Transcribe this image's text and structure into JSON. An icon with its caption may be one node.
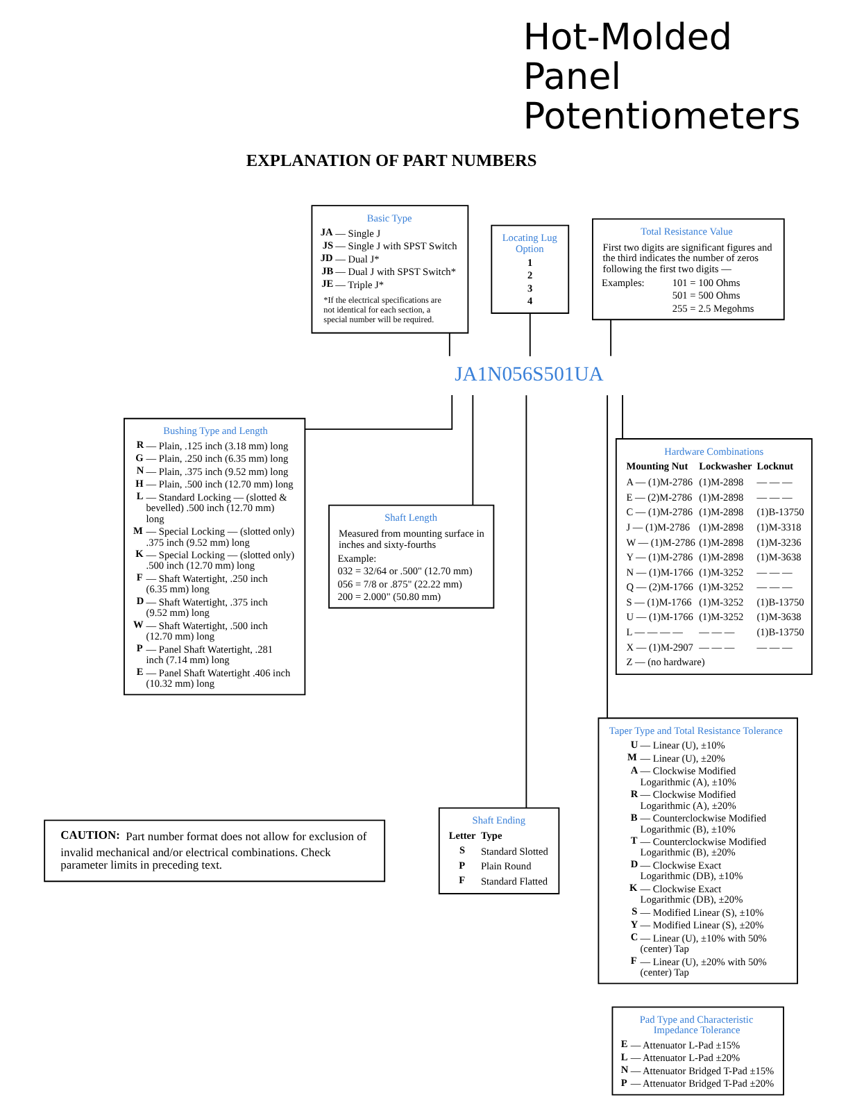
{
  "diagram": {
    "title": "Hot-Molded Panel Potentiometers",
    "nodes": [
      {
        "text": [
          "Basic Type",
          "JA — Single J",
          "JS — Single J with SPST Switch",
          "JD — Dual J*",
          "JB — Dual J with SPST Switch*",
          "JE — Triple J*",
          "*If the electrical specifications are not identical for each section, a special number will be required."
        ]
      },
      {
        "text": [
          "Locating Lug Option",
          "1",
          "2",
          "3",
          "4"
        ]
      },
      {
        "text": [
          "Total Resistance Value",
          "First two digits are significant figures and the third indicates the number of zeros following the first two digits —",
          "Examples:",
          "101 = 100 Ohms",
          "501 = 500 Ohms",
          "255 = 2.5 Megohms"
        ]
      },
      {
        "text": [
          "JA1N056S501UA"
        ]
      },
      {
        "text": [
          "Hardware Combinations",
          "Mounting Nut",
          "Lockwasher",
          "Locknut",
          "A — (1)M-2786",
          "(1)M-2898",
          "— — —",
          "E — (2)M-2786",
          "(1)M-2898",
          "— — —",
          "C — (1)M-2786",
          "(1)M-2898",
          "(1)B-13750",
          "J — (1)M-2786",
          "(1)M-2898",
          "(1)M-3318",
          "W — (1)M-2786",
          "(1)M-2898",
          "(1)M-3236",
          "Y — (1)M-2786",
          "(1)M-2898",
          "(1)M-3638",
          "N — (1)M-1766",
          "(1)M-3252",
          "— — —",
          "Q — (2)M-1766",
          "(1)M-3252",
          "— — —",
          "S — (1)M-1766",
          "(1)M-3252",
          "(1)B-13750",
          "U — (1)M-1766",
          "(1)M-3252",
          "(1)M-3638",
          "L — — — —",
          "— — —",
          "(1)B-13750",
          "X — (1)M-2907",
          "— — —",
          "— — —",
          "Z — (no hardware)"
        ]
      },
      {
        "text": [
          "Bushing Type and Length",
          "R — Plain, .125 inch (3.18 mm) long",
          "G — Plain, .250 inch (6.35 mm) long",
          "N — Plain, .375 inch (9.52 mm) long",
          "H — Plain, .500 inch (12.70 mm) long",
          "L — Standard Locking — (slotted & bevelled) .500 inch (12.70 mm) long",
          "M — Special Locking — (slotted only) .375 inch (9.52 mm) long",
          "K — Special Locking — (slotted only) .500 inch (12.70 mm) long",
          "F — Shaft Watertight, .250 inch (6.35 mm) long",
          "D — Shaft Watertight, .375 inch (9.52 mm) long",
          "W — Shaft Watertight, .500 inch (12.70 mm) long",
          "P — Panel Shaft Watertight, .281 inch (7.14 mm) long",
          "E — Panel Shaft Watertight .406 inch (10.32 mm) long"
        ]
      },
      {
        "text": [
          "Shaft Length",
          "Measured from mounting surface in inches and sixty-fourths",
          "Example:",
          "032 = 32/64 or .500\" (12.70 mm)",
          "056 = 7/8 or .875\" (22.22 mm)",
          "200 = 2.000\" (50.80 mm)"
        ]
      },
      {
        "text": [
          "Shaft Ending",
          "Letter",
          "Type",
          "S",
          "Standard Slotted",
          "P",
          "Plain Round",
          "F",
          "Standard Flatted"
        ]
      },
      {
        "text": [
          "Taper Type and Total Resistance Tolerance",
          "U — Linear (U), ±10%",
          "M — Linear (U), ±20%",
          "A — Clockwise Modified Logarithmic (A), ±10%",
          "R — Clockwise Modified Logarithmic (A), ±20%",
          "B — Counterclockwise Modified Logarithmic (B), ±10%",
          "T — Counterclockwise Modified Logarithmic (B), ±20%",
          "D — Clockwise Exact Logarithmic (DB), ±10%",
          "K — Clockwise Exact Logarithmic (DB), ±20%",
          "S — Modified Linear (S), ±10%",
          "Y — Modified Linear (S), ±20%",
          "C — Linear (U), ±10% with 50% (center) Tap",
          "F — Linear (U), ±20% with 50% (center) Tap"
        ]
      },
      {
        "text": [
          "CAUTION:",
          "Part number format does not allow for exclusion of invalid mechanical and/or electrical combinations. Check parameter limits in preceding text."
        ]
      },
      {
        "text": [
          "Pad Type and Characteristic Impedance Tolerance",
          "E — Attenuator L-Pad ±15%",
          "L — Attenuator L-Pad ±20%",
          "N — Attenuator Bridged T-Pad ±15%",
          "P — Attenuator Bridged T-Pad ±20%"
        ]
      }
    ],
    "edges": [
      {
        "from": 0,
        "to": 3,
        "arrow": "none"
      },
      {
        "from": 1,
        "to": 3,
        "arrow": "none"
      },
      {
        "from": 3,
        "to": 5,
        "arrow": "none"
      },
      {
        "from": 3,
        "to": 6,
        "arrow": "none"
      },
      {
        "from": 3,
        "to": 7,
        "arrow": "none"
      },
      {
        "from": 2,
        "to": 3,
        "arrow": "none"
      },
      {
        "from": 3,
        "to": 8,
        "arrow": "none"
      },
      {
        "from": 3,
        "to": 4,
        "arrow": "none"
      }
    ],
    "labels": [
      "EXPLANATION OF PART NUMBERS"
    ]
  }
}
